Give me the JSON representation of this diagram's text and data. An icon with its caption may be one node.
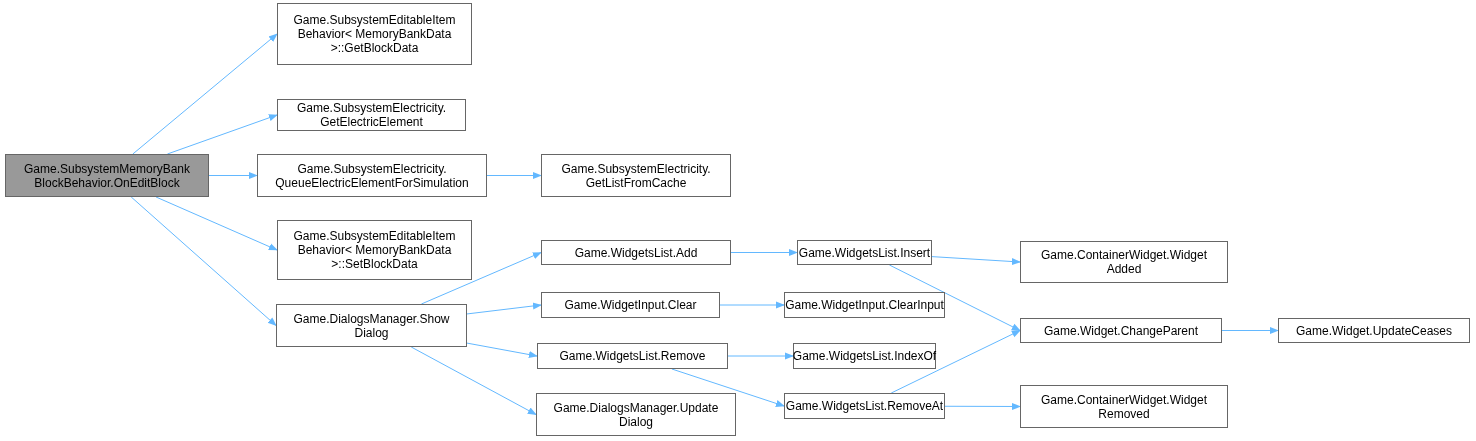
{
  "diagram": {
    "nodes": [
      {
        "text": [
          "Game.SubsystemMemoryBank BlockBehavior.OnEditBlock"
        ]
      },
      {
        "text": [
          "Game.SubsystemEditableItem Behavior< MemoryBankData >::GetBlockData"
        ]
      },
      {
        "text": [
          "Game.SubsystemElectricity. GetElectricElement"
        ]
      },
      {
        "text": [
          "Game.SubsystemElectricity. QueueElectricElementForSimulation"
        ]
      },
      {
        "text": [
          "Game.SubsystemElectricity. GetListFromCache"
        ]
      },
      {
        "text": [
          "Game.SubsystemEditableItem Behavior< MemoryBankData >::SetBlockData"
        ]
      },
      {
        "text": [
          "Game.DialogsManager.Show Dialog"
        ]
      },
      {
        "text": [
          "Game.WidgetsList.Add"
        ]
      },
      {
        "text": [
          "Game.WidgetInput.Clear"
        ]
      },
      {
        "text": [
          "Game.WidgetsList.Remove"
        ]
      },
      {
        "text": [
          "Game.DialogsManager.Update Dialog"
        ]
      },
      {
        "text": [
          "Game.WidgetsList.Insert"
        ]
      },
      {
        "text": [
          "Game.WidgetInput.ClearInput"
        ]
      },
      {
        "text": [
          "Game.WidgetsList.IndexOf"
        ]
      },
      {
        "text": [
          "Game.WidgetsList.RemoveAt"
        ]
      },
      {
        "text": [
          "Game.ContainerWidget.Widget Added"
        ]
      },
      {
        "text": [
          "Game.Widget.ChangeParent"
        ]
      },
      {
        "text": [
          "Game.ContainerWidget.Widget Removed"
        ]
      },
      {
        "text": [
          "Game.Widget.UpdateCeases"
        ]
      }
    ],
    "edges": [
      {
        "from": 0,
        "to": 1,
        "arrow": "to"
      },
      {
        "from": 0,
        "to": 2,
        "arrow": "to"
      },
      {
        "from": 0,
        "to": 3,
        "arrow": "to"
      },
      {
        "from": 0,
        "to": 5,
        "arrow": "to"
      },
      {
        "from": 0,
        "to": 6,
        "arrow": "to"
      },
      {
        "from": 3,
        "to": 4,
        "arrow": "to"
      },
      {
        "from": 6,
        "to": 7,
        "arrow": "to"
      },
      {
        "from": 6,
        "to": 8,
        "arrow": "to"
      },
      {
        "from": 6,
        "to": 9,
        "arrow": "to"
      },
      {
        "from": 6,
        "to": 10,
        "arrow": "to"
      },
      {
        "from": 7,
        "to": 11,
        "arrow": "to"
      },
      {
        "from": 8,
        "to": 12,
        "arrow": "to"
      },
      {
        "from": 9,
        "to": 13,
        "arrow": "to"
      },
      {
        "from": 9,
        "to": 14,
        "arrow": "to"
      },
      {
        "from": 11,
        "to": 15,
        "arrow": "to"
      },
      {
        "from": 11,
        "to": 16,
        "arrow": "to"
      },
      {
        "from": 14,
        "to": 16,
        "arrow": "to"
      },
      {
        "from": 14,
        "to": 17,
        "arrow": "to"
      },
      {
        "from": 16,
        "to": 18,
        "arrow": "to"
      }
    ]
  }
}
